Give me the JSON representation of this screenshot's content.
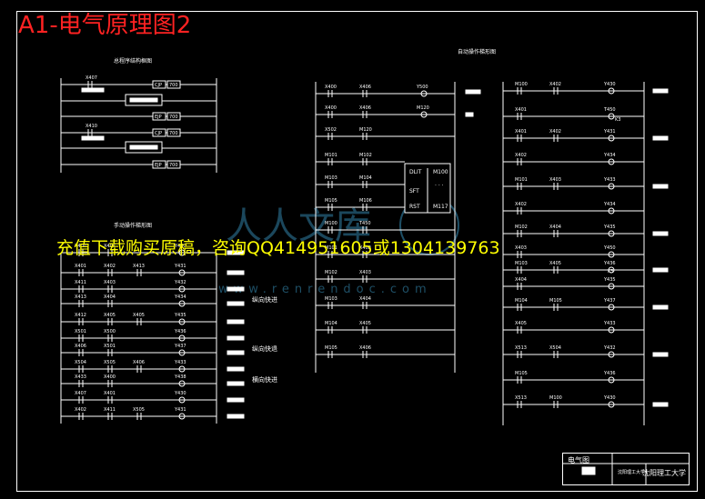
{
  "title": "A1-电气原理图2",
  "promo": "充值下载购买原稿，咨询QQ414951605或1304139763",
  "watermark": {
    "text": "人人文库",
    "url": "www.renrendoc.com",
    "color": "#1e4f66"
  },
  "sections": {
    "program_structure": "总程序结构框图",
    "manual_ladder": "手动操作梯形图",
    "auto_ladder": "自动操作梯形图"
  },
  "notes": {
    "longitudinal_fast_1": "纵向快进",
    "longitudinal_retreat": "纵向快退",
    "transverse_fast": "横向快进"
  },
  "title_block": {
    "drawing_name": "电气图",
    "school": "沈阳理工大学",
    "small_label": "沈阳理工大学"
  },
  "ladders": {
    "program_structure": {
      "labels": [
        "X407",
        "X410"
      ],
      "instr": [
        {
          "op": "CJP",
          "arg": "700"
        },
        {
          "op": "EJP",
          "arg": "700"
        },
        {
          "op": "CJP",
          "arg": "700"
        },
        {
          "op": "EJP",
          "arg": "700"
        }
      ]
    },
    "manual": {
      "contacts": [
        "X400",
        "X407",
        "X401",
        "X402",
        "X411",
        "X403",
        "X413",
        "X404",
        "X412",
        "X405",
        "X501",
        "X500",
        "X406",
        "X501",
        "X504",
        "X505",
        "X433"
      ],
      "coils": [
        "Y430",
        "Y431",
        "Y432",
        "Y434",
        "Y435",
        "Y436",
        "Y437",
        "Y433",
        "Y438"
      ]
    },
    "auto_left": {
      "contacts": [
        "X400",
        "X406",
        "X400",
        "X406",
        "X502",
        "M120",
        "M101",
        "M102",
        "M103",
        "M104",
        "M105",
        "M106",
        "M100",
        "T450",
        "M101",
        "X402",
        "M102",
        "X403",
        "M103",
        "X404",
        "M104",
        "X405",
        "M105",
        "X406",
        "X502"
      ],
      "coils": [
        "Y500",
        "M120"
      ],
      "func": {
        "op1": "DLIT",
        "arg1": "M100",
        "op2": "SFT",
        "op3": "RST",
        "arg3": "M117",
        "dots": ". . ."
      }
    },
    "auto_right": {
      "contacts": [
        "M100",
        "X401",
        "X401",
        "X402",
        "M101",
        "X402",
        "M102",
        "X403",
        "M103",
        "X404",
        "M104",
        "X405",
        "X513",
        "M105",
        "X513",
        "X504",
        "Y435"
      ],
      "coils": [
        "Y430",
        "T450",
        "Y431",
        "Y434",
        "Y433",
        "Y434",
        "Y435",
        "Y450",
        "Y436",
        "Y435",
        "Y437",
        "Y433",
        "Y432",
        "Y436"
      ],
      "k": [
        "K3",
        "K3"
      ]
    }
  }
}
